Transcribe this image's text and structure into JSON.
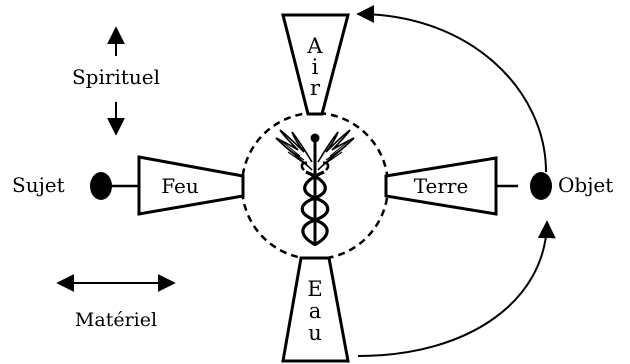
{
  "labels": {
    "spiritual": "Spirituel",
    "material": "Matériel",
    "subject": "Sujet",
    "object": "Objet"
  },
  "elements": {
    "fire": "Feu",
    "earth": "Terre",
    "air": [
      "A",
      "i",
      "r"
    ],
    "water": [
      "E",
      "a",
      "u"
    ]
  },
  "center_symbol": "caduceus-icon",
  "colors": {
    "ink": "#000000",
    "background": "#ffffff"
  }
}
